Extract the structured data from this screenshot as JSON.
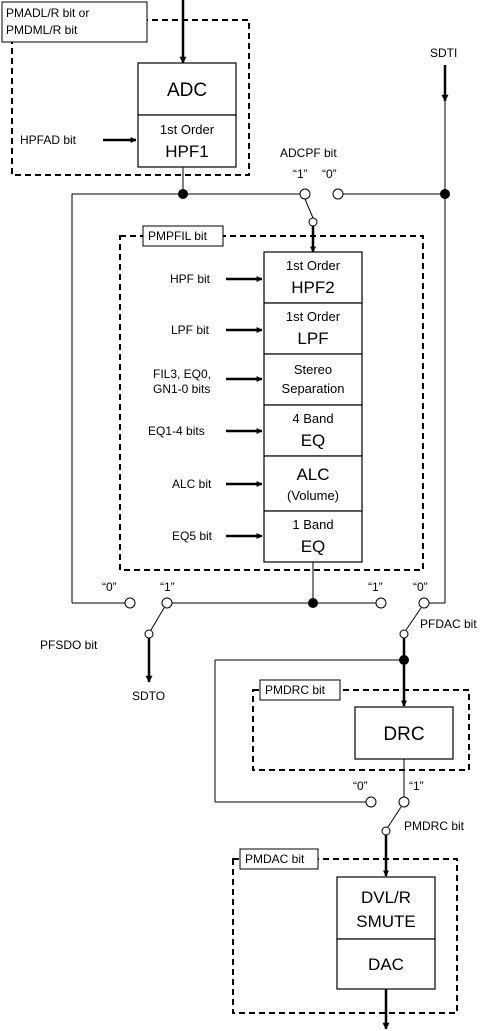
{
  "labels": {
    "pmad_line1": "PMADL/R bit or",
    "pmad_line2": "PMDML/R bit",
    "hpfad": "HPFAD bit",
    "sdti": "SDTI",
    "adcpf": "ADCPF bit",
    "adcpf_one": "“1”",
    "adcpf_zero": "“0”",
    "pmpfil": "PMPFIL bit",
    "hpf": "HPF bit",
    "lpf": "LPF bit",
    "fil3_line1": "FIL3, EQ0,",
    "fil3_line2": "GN1-0 bits",
    "eq14": "EQ1-4 bits",
    "alc": "ALC bit",
    "eq5": "EQ5 bit",
    "pfsdo_zero": "“0”",
    "pfsdo_one": "“1”",
    "pfdac_one": "“1”",
    "pfdac_zero": "“0”",
    "pfsdo": "PFSDO bit",
    "pfdac": "PFDAC bit",
    "sdto": "SDTO",
    "pmdrc_box": "PMDRC bit",
    "pmdrc_zero": "“0”",
    "pmdrc_one": "“1”",
    "pmdrc_sw": "PMDRC bit",
    "pmdac": "PMDAC bit"
  },
  "blocks": {
    "adc": "ADC",
    "hpf1_top": "1st Order",
    "hpf1_bottom": "HPF1",
    "hpf2_top": "1st Order",
    "hpf2_bottom": "HPF2",
    "lpf_top": "1st Order",
    "lpf_bottom": "LPF",
    "stereo_top": "Stereo",
    "stereo_bottom": "Separation",
    "eq4_top": "4 Band",
    "eq4_bottom": "EQ",
    "alc_top": "ALC",
    "alc_bottom": "(Volume)",
    "eq1_top": "1 Band",
    "eq1_bottom": "EQ",
    "drc": "DRC",
    "dvl_top": "DVL/R",
    "dvl_bottom": "SMUTE",
    "dac": "DAC"
  }
}
